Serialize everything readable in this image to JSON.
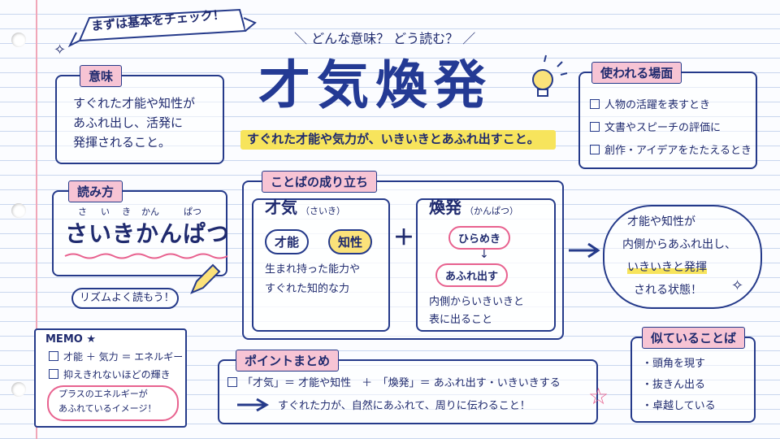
{
  "banner": {
    "label": "まずは基本をチェック！"
  },
  "header": {
    "question": "＼ どんな意味？ どう読む？ ／",
    "title": "才気煥発",
    "subtitle": "すぐれた才能や気力が、いきいきとあふれ出すこと。"
  },
  "meaning": {
    "label": "意味",
    "lines": [
      "すぐれた才能や知性が",
      "あふれ出し、活発に",
      "発揮されること。"
    ]
  },
  "reading": {
    "label": "読み方",
    "ruby": [
      "さ",
      "い",
      "き",
      "かん",
      "ぱつ"
    ],
    "text": "さいきかんぱつ",
    "note": "リズムよく読もう！"
  },
  "usage": {
    "label": "使われる場面",
    "items": [
      "人物の活躍を表すとき",
      "文書やスピーチの評価に",
      "創作・アイデアをたたえるとき"
    ]
  },
  "origin": {
    "label": "ことばの成り立ち",
    "saiki": {
      "title": "才気",
      "reading": "（さいき）",
      "chips": [
        "才能",
        "知性"
      ],
      "lines": [
        "生まれ持った能力や",
        "すぐれた知的な力"
      ]
    },
    "plus": "＋",
    "kanpatsu": {
      "title": "煥発",
      "reading": "（かんぱつ）",
      "steps": [
        "ひらめき",
        "あふれ出す"
      ],
      "arrow": "↓",
      "lines": [
        "内側からいきいきと",
        "表に出ること"
      ]
    }
  },
  "result": {
    "lines": [
      "才能や知性が",
      "内側からあふれ出し、",
      "いきいきと発揮",
      "される状態！"
    ]
  },
  "memo": {
    "title": "MEMO ★",
    "items": [
      "才能 ＋ 気力 ＝ エネルギー",
      "抑えきれないほどの輝き"
    ],
    "bubble": [
      "プラスのエネルギーが",
      "あふれているイメージ！"
    ]
  },
  "summary": {
    "label": "ポイントまとめ",
    "line1": "「才気」＝ 才能や知性　＋　「煥発」＝ あふれ出す・いきいきする",
    "line2": "すぐれた力が、自然にあふれて、周りに伝わること！"
  },
  "similar": {
    "label": "似ていることば",
    "items": [
      "・頭角を現す",
      "・抜きん出る",
      "・卓越している"
    ]
  },
  "colors": {
    "ink": "#1f2a6e",
    "pink": "#f7c4d4",
    "highlight": "#f7e45c",
    "margin": "#f0a6b8"
  }
}
